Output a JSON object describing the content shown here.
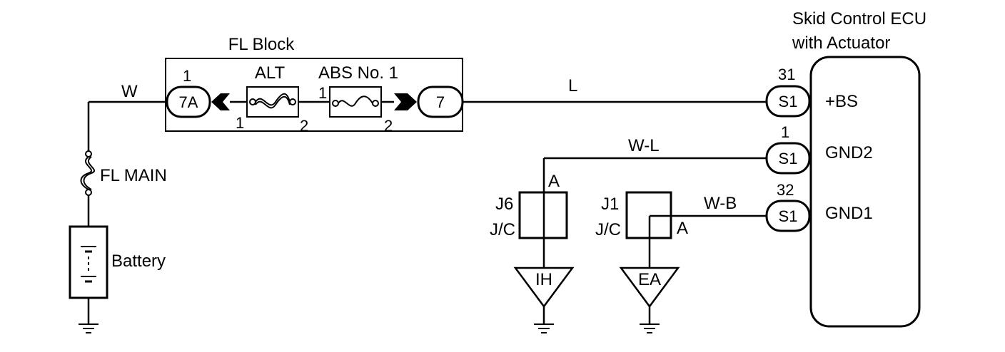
{
  "ecu": {
    "title_line1": "Skid Control ECU",
    "title_line2": "with Actuator",
    "terminals": [
      {
        "pin": "31",
        "connector": "S1",
        "name": "+BS"
      },
      {
        "pin": "1",
        "connector": "S1",
        "name": "GND2"
      },
      {
        "pin": "32",
        "connector": "S1",
        "name": "GND1"
      }
    ]
  },
  "fl_block": {
    "title": "FL Block",
    "left_connector": "7A",
    "left_pin": "1",
    "right_connector": "7",
    "alt": {
      "label": "ALT",
      "pin_in": "1",
      "pin_out": "2"
    },
    "abs": {
      "label": "ABS No. 1",
      "pin_in": "1",
      "pin_out": "2"
    }
  },
  "wires": {
    "battery_to_block": "W",
    "block_to_ecu": "L",
    "gnd2": "W-L",
    "gnd1": "W-B"
  },
  "fl_main": "FL MAIN",
  "battery": "Battery",
  "j6": {
    "name": "J6",
    "type": "J/C",
    "pin": "A",
    "ground": "IH"
  },
  "j1": {
    "name": "J1",
    "type": "J/C",
    "pin": "A",
    "ground": "EA"
  }
}
